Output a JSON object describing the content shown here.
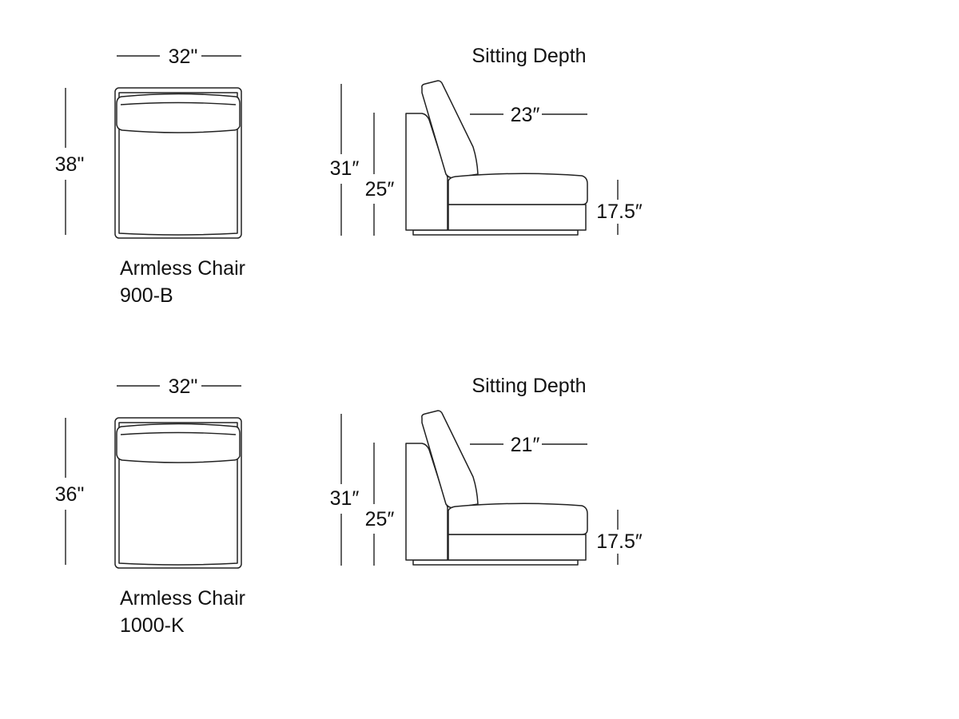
{
  "chairs": [
    {
      "name": "Armless Chair",
      "model": "900-B",
      "width": "32\"",
      "depth": "38\"",
      "section_title": "Sitting Depth",
      "overall_height": "31″",
      "back_height": "25″",
      "sitting_depth": "23″",
      "seat_height": "17.5″"
    },
    {
      "name": "Armless Chair",
      "model": "1000-K",
      "width": "32\"",
      "depth": "36\"",
      "section_title": "Sitting Depth",
      "overall_height": "31″",
      "back_height": "25″",
      "sitting_depth": "21″",
      "seat_height": "17.5″"
    }
  ]
}
